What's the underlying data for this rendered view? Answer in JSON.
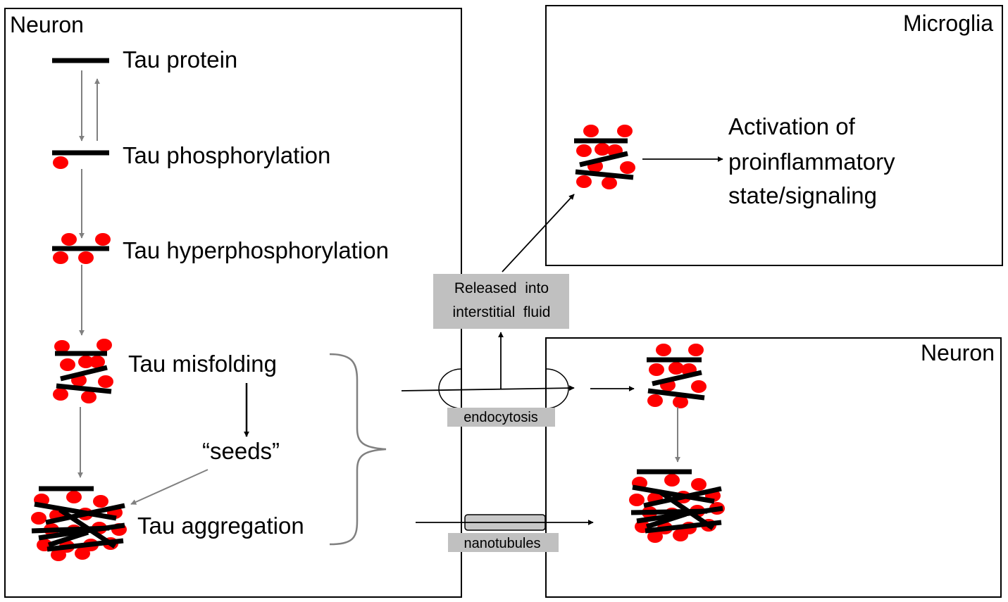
{
  "colors": {
    "dot": "#ff0000",
    "bar": "#000000",
    "grey_arrow": "#808080",
    "label_box": "#c0c0c0",
    "box_border": "#000000"
  },
  "left_neuron": {
    "title": "Neuron",
    "stages": {
      "tau_protein": "Tau protein",
      "tau_phosphorylation": "Tau phosphorylation",
      "tau_hyperphosphorylation": "Tau hyperphosphorylation",
      "tau_misfolding": "Tau misfolding",
      "seeds": "“seeds”",
      "tau_aggregation": "Tau aggregation"
    }
  },
  "microglia": {
    "title": "Microglia",
    "activation_lines": [
      "Activation of",
      "proinflammatory",
      "state/signaling"
    ]
  },
  "right_neuron": {
    "title": "Neuron"
  },
  "transport": {
    "released_lines": [
      "Released  into",
      "interstitial  fluid"
    ],
    "endocytosis": "endocytosis",
    "nanotubules": "nanotubules"
  }
}
